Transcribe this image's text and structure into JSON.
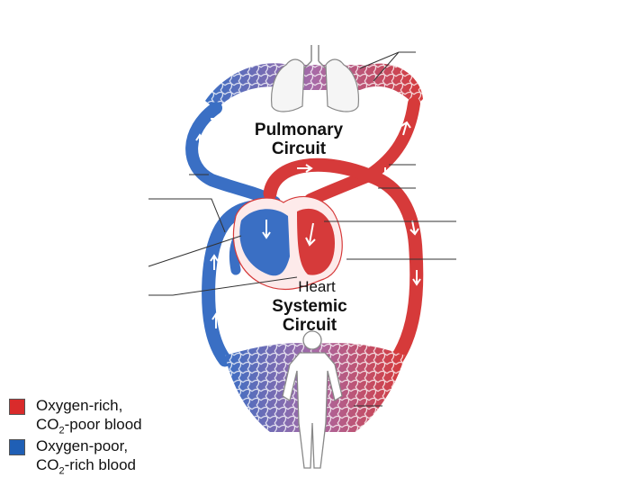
{
  "labels": {
    "pulmonary_line1": "Pulmonary",
    "pulmonary_line2": "Circuit",
    "heart": "Heart",
    "systemic_line1": "Systemic",
    "systemic_line2": "Circuit"
  },
  "legend": {
    "oxygen_rich": {
      "line1": "Oxygen-rich,",
      "line2_prefix": "CO",
      "line2_sub": "2",
      "line2_suffix": "-poor blood",
      "color": "#d92b2b"
    },
    "oxygen_poor": {
      "line1": "Oxygen-poor,",
      "line2_prefix": "CO",
      "line2_sub": "2",
      "line2_suffix": "-rich blood",
      "color": "#1f5fb5"
    }
  },
  "colors": {
    "oxygenated": "#d63a3a",
    "deoxygenated": "#3a6fc4",
    "capillary_mix": "#9a6aa8",
    "leader_line": "#333333"
  }
}
